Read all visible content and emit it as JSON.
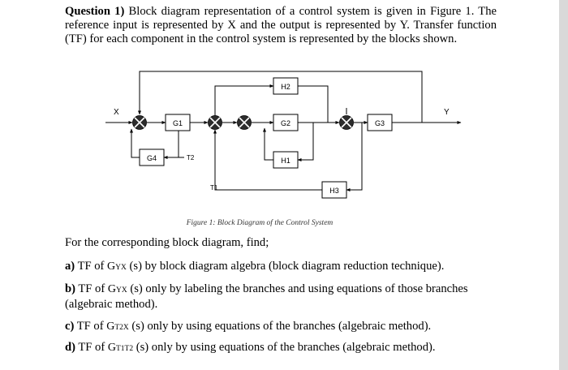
{
  "intro": {
    "label": "Question 1)",
    "text": "Block diagram representation of a control system is given in Figure 1. The reference input is represented by X and the output is represented by Y. Transfer function (TF) for each component in the control system is represented by the blocks shown."
  },
  "diagram": {
    "input_label": "X",
    "output_label": "Y",
    "blocks": {
      "g1": "G1",
      "g2": "G2",
      "g3": "G3",
      "g4": "G4",
      "h1": "H1",
      "h2": "H2",
      "h3": "H3"
    },
    "t1": "T1",
    "t2": "T2"
  },
  "caption": {
    "prefix": "Figure 1:",
    "text": "Block Diagram of the Control System"
  },
  "questions": {
    "lead": "For the corresponding block diagram, find;",
    "a": {
      "label": "a)",
      "pre": "TF of ",
      "sym": "G",
      "sub": "YX",
      "post": " (s)  by block diagram algebra (block diagram reduction technique)."
    },
    "b": {
      "label": "b)",
      "pre": "TF of ",
      "sym": "G",
      "sub": "YX",
      "post": " (s)  only by labeling the branches and using equations of those branches (algebraic method)."
    },
    "c": {
      "label": "c)",
      "pre": "TF of ",
      "sym": "G",
      "sub": "T2X",
      "post": " (s) only by using equations of the branches (algebraic method)."
    },
    "d": {
      "label": "d)",
      "pre": "TF of ",
      "sym": "G",
      "sub": "T1T2",
      "post": " (s) only by using equations of the branches (algebraic method)."
    }
  }
}
